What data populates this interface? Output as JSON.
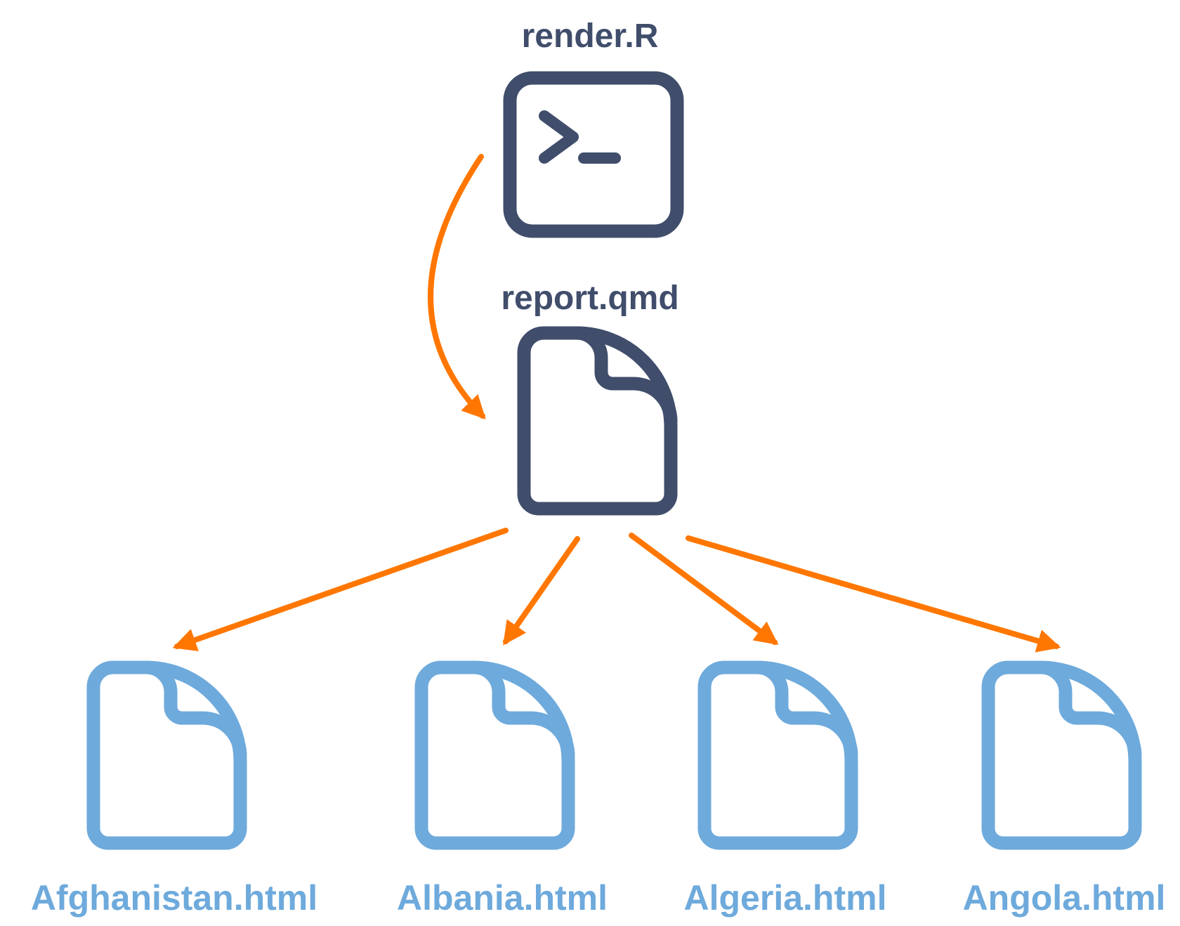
{
  "colors": {
    "source": "#404d6b",
    "output": "#6eaadc",
    "arrow": "#ff7700",
    "background": "#ffffff"
  },
  "script_node": {
    "label": "render.R",
    "icon": "terminal-icon"
  },
  "template_node": {
    "label": "report.qmd",
    "icon": "document-icon"
  },
  "outputs": [
    {
      "label": "Afghanistan.html",
      "icon": "document-icon"
    },
    {
      "label": "Albania.html",
      "icon": "document-icon"
    },
    {
      "label": "Algeria.html",
      "icon": "document-icon"
    },
    {
      "label": "Angola.html",
      "icon": "document-icon"
    }
  ]
}
